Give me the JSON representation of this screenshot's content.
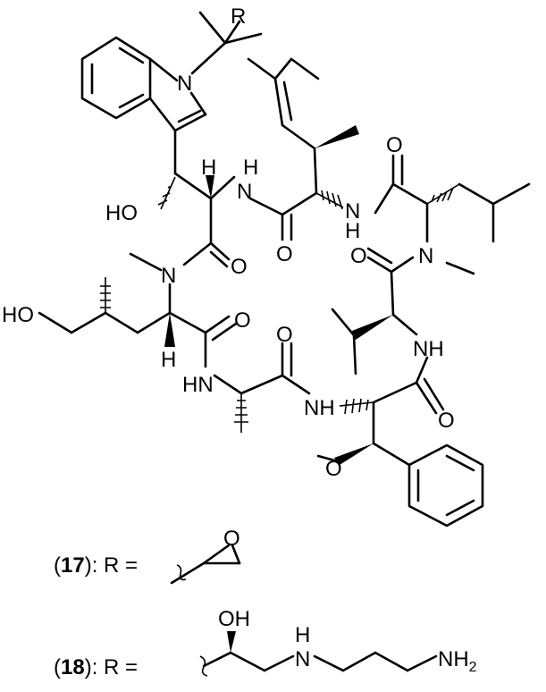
{
  "structure": {
    "atoms": {
      "R_top": "R",
      "N_indole": "N",
      "HO_left": "HO",
      "H_alpha_trp": "H",
      "NH_top": "H",
      "N_top": "N",
      "NH_mid_N": "N",
      "NH_mid_H": "H",
      "O_top_right": "O",
      "O_mid": "O",
      "O_trp": "O",
      "N_methyl_left": "N",
      "O_right": "O",
      "N_methyl_right": "N",
      "HO_side": "HO",
      "O_left_amide": "O",
      "H_lower": "H",
      "HN_left": "HN",
      "O_ala": "O",
      "NH_right": "NH",
      "NH_bottom": "NH",
      "O_bottom_right": "O",
      "O_methoxy": "O"
    },
    "legend": [
      {
        "id_prefix": "(",
        "id": "17",
        "id_suffix": "): R ="
      },
      {
        "id_prefix": "(",
        "id": "18",
        "id_suffix": "): R ="
      }
    ],
    "substituent_atoms": {
      "epoxide_O": "O",
      "OH": "OH",
      "H": "H",
      "N": "N",
      "NH2": "NH",
      "NH2_sub": "2"
    }
  }
}
